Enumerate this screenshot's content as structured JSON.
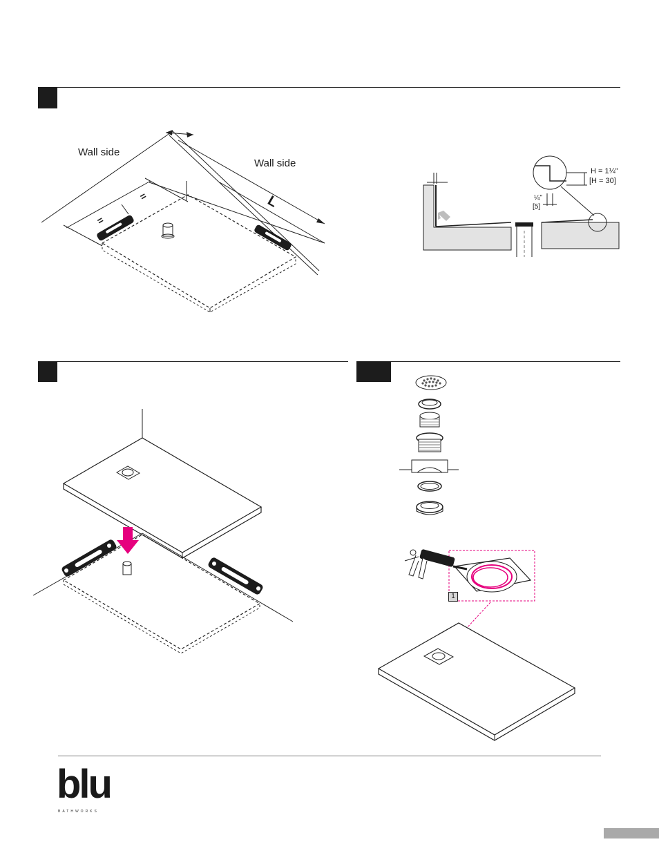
{
  "labels": {
    "wall_side_left": "Wall side",
    "wall_side_right": "Wall side",
    "length_symbol": "L",
    "equal_mark_1": "=",
    "equal_mark_2": "=",
    "height_in": "H = 1¼\"",
    "height_mm": "[H = 30]",
    "gap_in": "¼\"",
    "gap_mm": "[5]",
    "callout_number": "1"
  },
  "brand": {
    "logo_text": "blu",
    "logo_subtext": "BATHWORKS"
  },
  "colors": {
    "accent_magenta": "#e6007e",
    "step_box": "#1c1c1c",
    "rule": "#222222",
    "wall_fill": "#e3e3e3",
    "page_tab": "#a9a9a9"
  }
}
